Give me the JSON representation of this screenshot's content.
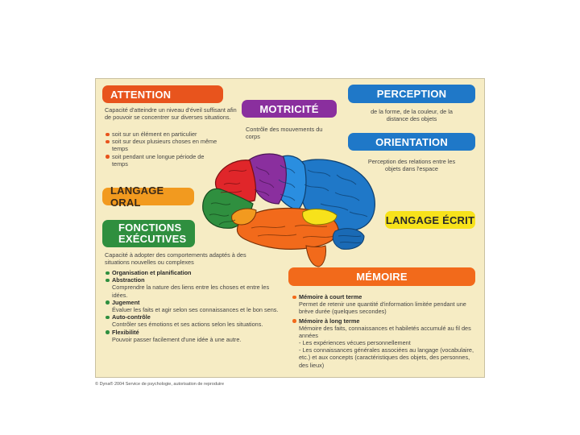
{
  "attention": {
    "title": "ATTENTION",
    "intro": "Capacité d'atteindre un niveau d'éveil suffisant afin de pouvoir se concentrer sur diverses situations.",
    "items": [
      "soit sur un élément en particulier",
      "soit sur deux plusieurs choses en même temps",
      "soit pendant une longue période de temps"
    ],
    "color": "#e8541d"
  },
  "motricite": {
    "title": "MOTRICITÉ",
    "text": "Contrôle des mouvements du corps",
    "color": "#8a2f9e"
  },
  "perception": {
    "title": "PERCEPTION",
    "text": "de la forme, de la couleur, de la distance des objets",
    "color": "#1f78c8"
  },
  "orientation": {
    "title": "ORIENTATION",
    "text": "Perception des relations entre les objets dans l'espace",
    "color": "#1f78c8"
  },
  "langage_oral": {
    "title": "LANGAGE ORAL",
    "color": "#f29a1f"
  },
  "langage_ecrit": {
    "title": "LANGAGE ÉCRIT",
    "color": "#f7e21b"
  },
  "fonctions": {
    "title_line1": "FONCTIONS",
    "title_line2": "EXÉCUTIVES",
    "intro": "Capacité à adopter des comportements adaptés à des situations nouvelles ou complexes",
    "items": [
      {
        "head": "Organisation et planification",
        "text": ""
      },
      {
        "head": "Abstraction",
        "text": "Comprendre la nature des liens entre les choses et entre les idées."
      },
      {
        "head": "Jugement",
        "text": "Évaluer les faits et agir selon ses connaissances et le bon sens."
      },
      {
        "head": "Auto-contrôle",
        "text": "Contrôler ses émotions et ses actions selon les situations."
      },
      {
        "head": "Flexibilité",
        "text": "Pouvoir passer facilement d'une idée à une autre."
      }
    ],
    "color": "#2f8f3f"
  },
  "memoire": {
    "title": "MÉMOIRE",
    "items": [
      {
        "head": "Mémoire à court terme",
        "text": "Permet de retenir une quantité d'information limitée pendant une brève durée (quelques secondes)"
      },
      {
        "head": "Mémoire à long terme",
        "text": "Mémoire des faits, connaissances et habiletés accumulé au fil des années"
      }
    ],
    "sub_items": [
      "- Les expériences vécues personnellement",
      "- Les connaissances générales associées au langage (vocabulaire, etc.) et aux concepts (caractéristiques des objets, des personnes, des lieux)"
    ],
    "color": "#f26a1b"
  },
  "copyright": "© Dyna® 2004 Service de psychologie, autorisation de reproduire"
}
